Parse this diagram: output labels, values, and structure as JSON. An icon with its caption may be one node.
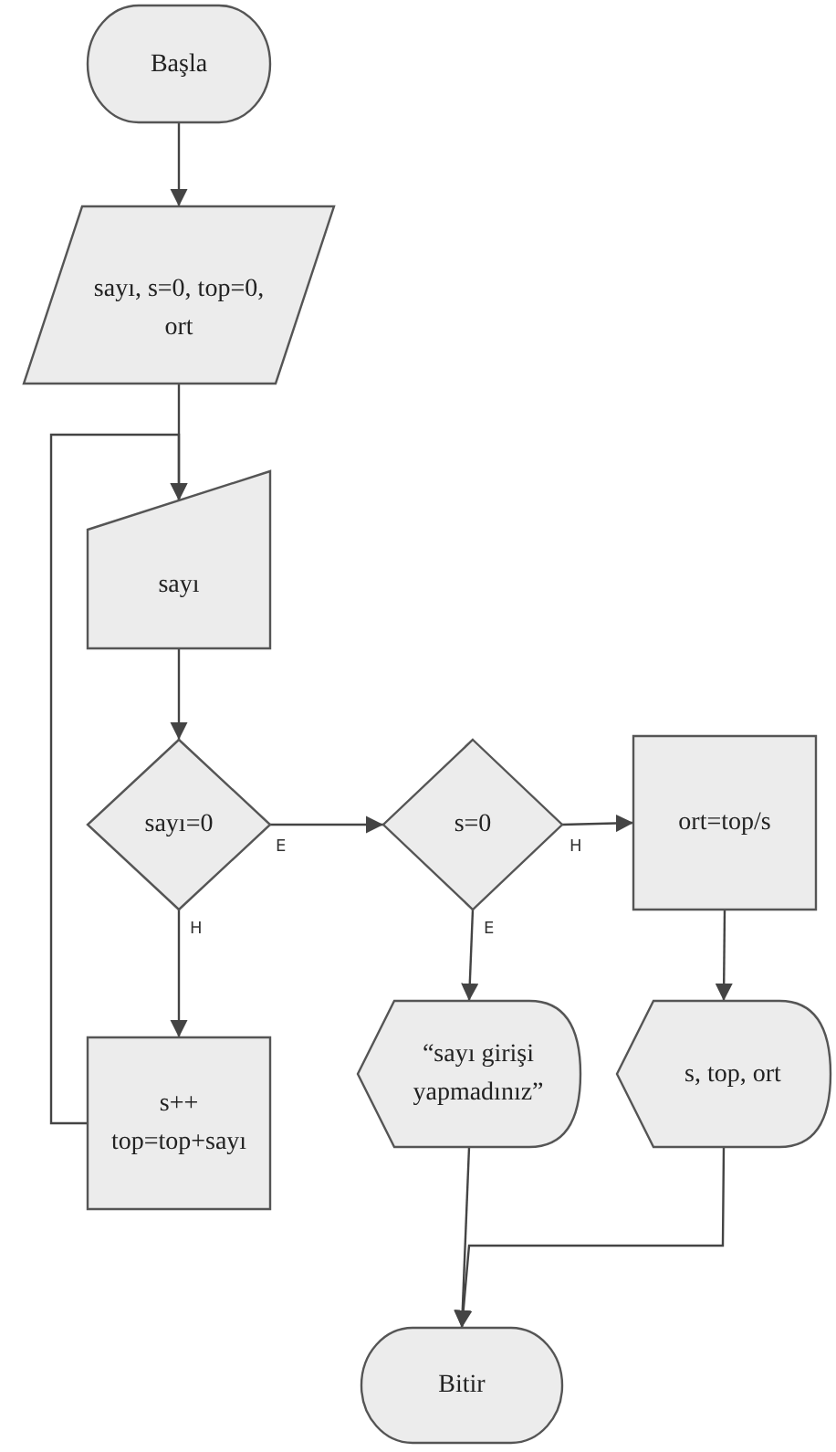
{
  "diagram": {
    "nodes": [
      {
        "text": [
          "Başla"
        ]
      },
      {
        "text": [
          "sayı, s=0, top=0, ort"
        ]
      },
      {
        "text": [
          "sayı"
        ]
      },
      {
        "text": [
          "sayı=0"
        ]
      },
      {
        "text": [
          "s++ top=top+sayı"
        ]
      },
      {
        "text": [
          "s=0"
        ]
      },
      {
        "text": [
          "ort=top/s"
        ]
      },
      {
        "text": [
          "“sayı girişi yapmadınız”"
        ]
      },
      {
        "text": [
          "s, top, ort"
        ]
      },
      {
        "text": [
          "Bitir"
        ]
      }
    ],
    "edges": [
      {
        "from": 0,
        "to": 1,
        "arrow": "to"
      },
      {
        "from": 1,
        "to": 2,
        "arrow": "to"
      },
      {
        "from": 2,
        "to": 3,
        "arrow": "to"
      },
      {
        "from": 3,
        "to": 5,
        "arrow": "to",
        "label": "E"
      },
      {
        "from": 3,
        "to": 4,
        "arrow": "to",
        "label": "H"
      },
      {
        "from": 4,
        "to": 2,
        "arrow": "to"
      },
      {
        "from": 5,
        "to": 6,
        "arrow": "to",
        "label": "H"
      },
      {
        "from": 5,
        "to": 7,
        "arrow": "to",
        "label": "E"
      },
      {
        "from": 6,
        "to": 8,
        "arrow": "to"
      },
      {
        "from": 7,
        "to": 9,
        "arrow": "to"
      },
      {
        "from": 8,
        "to": 9,
        "arrow": "to"
      }
    ]
  }
}
